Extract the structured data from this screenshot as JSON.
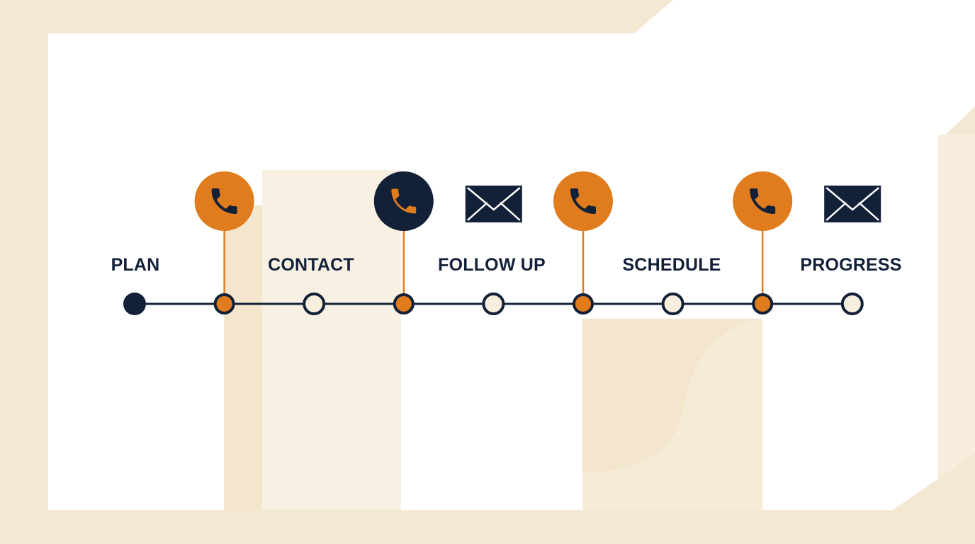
{
  "colors": {
    "navy": "#122038",
    "orange": "#E07C1E",
    "cream": "#F3E6CC",
    "cream_light": "#F8F0E2",
    "node_fill_light": "#F7EEDD",
    "white": "#FFFFFF"
  },
  "stages": [
    {
      "label": "PLAN"
    },
    {
      "label": "CONTACT"
    },
    {
      "label": "FOLLOW UP"
    },
    {
      "label": "SCHEDULE"
    },
    {
      "label": "PROGRESS"
    }
  ],
  "nodes": [
    {
      "kind": "start"
    },
    {
      "kind": "event"
    },
    {
      "kind": "stage"
    },
    {
      "kind": "event"
    },
    {
      "kind": "stage"
    },
    {
      "kind": "event"
    },
    {
      "kind": "stage"
    },
    {
      "kind": "event"
    },
    {
      "kind": "stage"
    }
  ],
  "events": [
    {
      "node_index": 1,
      "icon": "phone-icon",
      "style": "orange"
    },
    {
      "node_index": 3,
      "icon": "phone-icon",
      "style": "navy"
    },
    {
      "node_index": 5,
      "icon": "phone-icon",
      "style": "orange"
    },
    {
      "node_index": 7,
      "icon": "phone-icon",
      "style": "orange"
    }
  ],
  "mail_icons": [
    {
      "icon": "mail-icon",
      "after_node": 3
    },
    {
      "icon": "mail-icon",
      "after_node": 7
    }
  ]
}
